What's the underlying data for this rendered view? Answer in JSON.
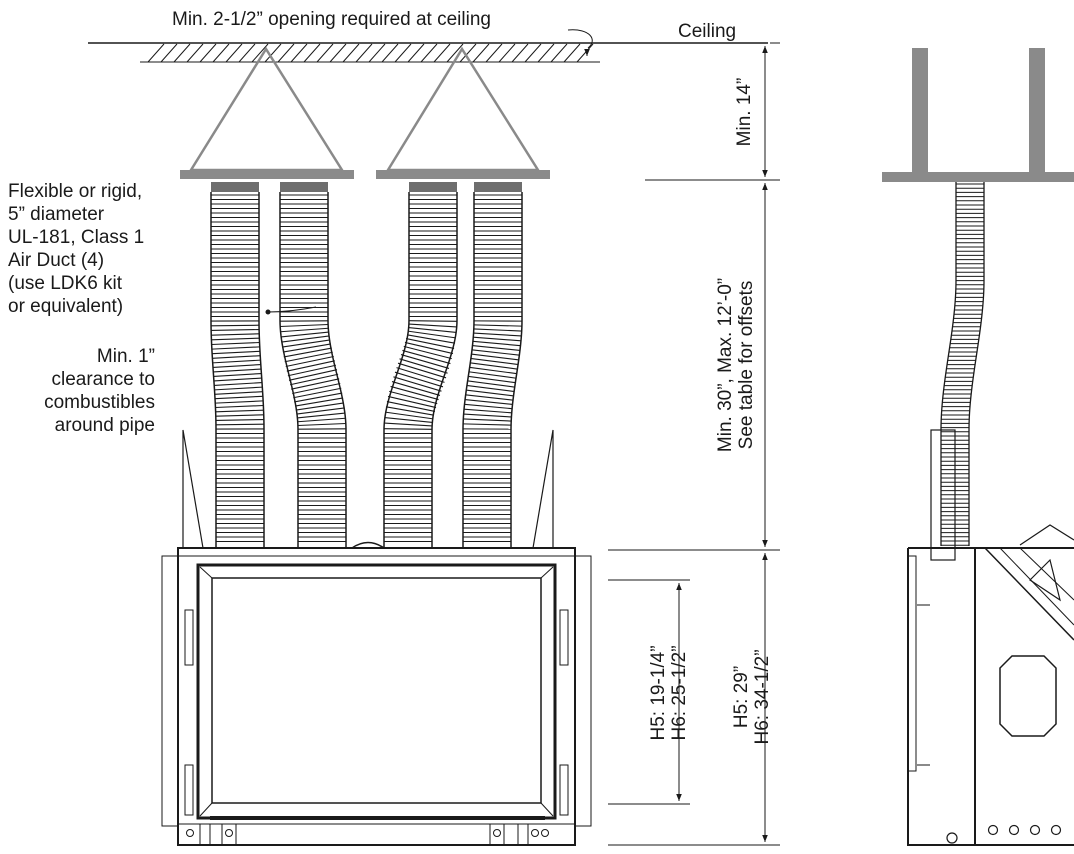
{
  "labels": {
    "ceiling_opening": "Min. 2-1/2” opening required at ceiling",
    "ceiling": "Ceiling",
    "duct_desc": [
      "Flexible or rigid,",
      "5” diameter",
      "UL-181, Class 1",
      "Air Duct (4)",
      "(use LDK6 kit",
      "or equivalent)"
    ],
    "clearance": [
      "Min. 1”",
      "clearance to",
      "combustibles",
      "around pipe"
    ],
    "dim_min14": "Min. 14”",
    "dim_run": [
      "Min. 30”, Max. 12’-0”",
      "See table for offsets"
    ],
    "dim_glass": [
      "H5: 19-1/4”",
      "H6: 25-1/2”"
    ],
    "dim_unit": [
      "H5: 29”",
      "H6: 34-1/2”"
    ]
  },
  "colors": {
    "line": "#1a1a1a",
    "gray_cap": "#8a8a8a",
    "gray_light": "#b3b3b3"
  }
}
